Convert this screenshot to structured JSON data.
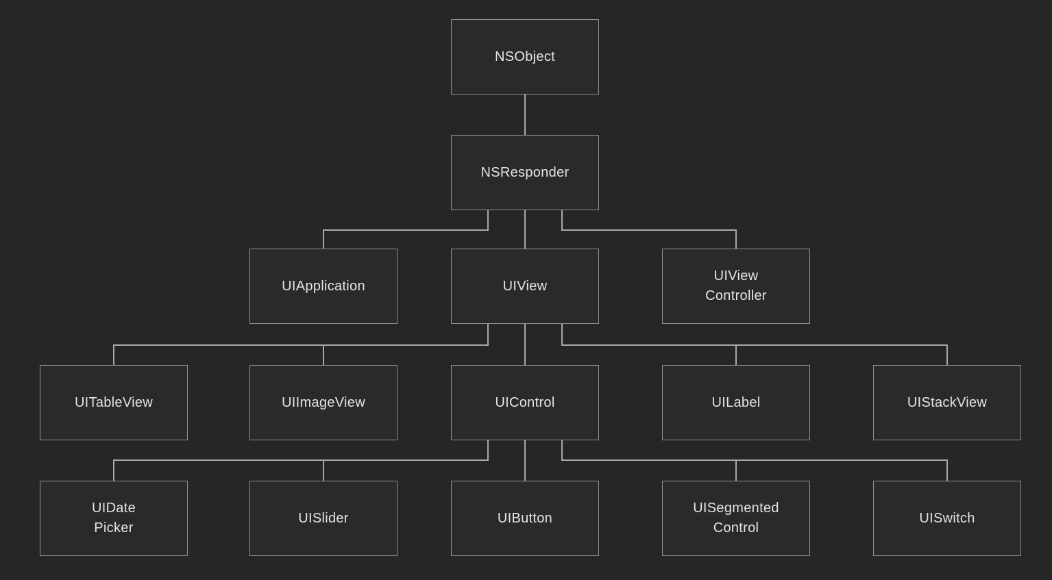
{
  "diagram": {
    "description": "Class hierarchy diagram",
    "colors": {
      "background": "#262626",
      "node_fill": "#2a2a2a",
      "node_border": "#919191",
      "connector": "#a9a9a9",
      "text": "#e4e4e4"
    },
    "nodes": [
      {
        "id": "nsobject",
        "label": "NSObject"
      },
      {
        "id": "nsresponder",
        "label": "NSResponder"
      },
      {
        "id": "uiapplication",
        "label": "UIApplication"
      },
      {
        "id": "uiview",
        "label": "UIView"
      },
      {
        "id": "uiviewcontroller",
        "label": "UIView\nController"
      },
      {
        "id": "uitableview",
        "label": "UITableView"
      },
      {
        "id": "uiimageview",
        "label": "UIImageView"
      },
      {
        "id": "uicontrol",
        "label": "UIControl"
      },
      {
        "id": "uilabel",
        "label": "UILabel"
      },
      {
        "id": "uistackview",
        "label": "UIStackView"
      },
      {
        "id": "uidatepicker",
        "label": "UIDate\nPicker"
      },
      {
        "id": "uislider",
        "label": "UISlider"
      },
      {
        "id": "uibutton",
        "label": "UIButton"
      },
      {
        "id": "uisegmentedcontrol",
        "label": "UISegmented\nControl"
      },
      {
        "id": "uiswitch",
        "label": "UISwitch"
      }
    ],
    "edges": [
      {
        "from": "NSObject",
        "to": "NSResponder"
      },
      {
        "from": "NSResponder",
        "to": "UIApplication"
      },
      {
        "from": "NSResponder",
        "to": "UIView"
      },
      {
        "from": "NSResponder",
        "to": "UIViewController"
      },
      {
        "from": "UIView",
        "to": "UITableView"
      },
      {
        "from": "UIView",
        "to": "UIImageView"
      },
      {
        "from": "UIView",
        "to": "UIControl"
      },
      {
        "from": "UIView",
        "to": "UILabel"
      },
      {
        "from": "UIView",
        "to": "UIStackView"
      },
      {
        "from": "UIControl",
        "to": "UIDatePicker"
      },
      {
        "from": "UIControl",
        "to": "UISlider"
      },
      {
        "from": "UIControl",
        "to": "UIButton"
      },
      {
        "from": "UIControl",
        "to": "UISegmentedControl"
      },
      {
        "from": "UIControl",
        "to": "UISwitch"
      }
    ]
  }
}
